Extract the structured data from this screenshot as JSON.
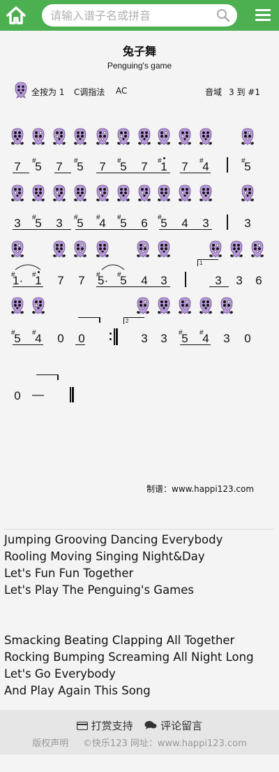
{
  "header": {
    "search_placeholder": "请输入谱子名或拼音",
    "brand_color": "#4caf50"
  },
  "score": {
    "title": "兔子舞",
    "subtitle": "Penguing's game",
    "fingering_all": "全按为 1",
    "key_fingering": "C调指法",
    "instrument": "AC",
    "range_label": "音域",
    "range_value": "3 到 #1",
    "credit": "制谱：www.happi123.com"
  },
  "notation": {
    "row1": [
      "7",
      "5",
      "7",
      "5",
      "7",
      "5",
      "7",
      "1",
      "7",
      "4",
      "5"
    ],
    "row2": [
      "3",
      "5",
      "3",
      "5",
      "4",
      "5",
      "6",
      "5",
      "4",
      "3",
      "3"
    ],
    "row3": [
      "1·",
      "1",
      "7",
      "7",
      "5·",
      "5",
      "4",
      "3",
      "3",
      "3",
      "6"
    ],
    "row4a": [
      "5",
      "4",
      "0",
      "0"
    ],
    "row4b": [
      "3",
      "3",
      "5",
      "4",
      "3",
      "0"
    ],
    "row5": [
      "0",
      "—"
    ],
    "volta1": "1",
    "volta2": "2"
  },
  "lyrics": {
    "verse1": [
      "Jumping Grooving Dancing Everybody",
      "Rooling Moving Singing Night&Day",
      "Let's Fun Fun Together",
      "Let's Play The Penguing's Games"
    ],
    "verse2": [
      "Smacking Beating Clapping All Together",
      "Rocking Bumping Screaming All Night Long",
      "Let's Go Everybody",
      "And Play Again This Song"
    ]
  },
  "footer": {
    "reward": "打赏支持",
    "comment": "评论留言",
    "copyright": "版权声明",
    "site": "©快乐123 网址：www.happi123.com"
  },
  "colors": {
    "ocarina_fill": "#b89ad8",
    "ocarina_stroke": "#6a4d8e"
  }
}
